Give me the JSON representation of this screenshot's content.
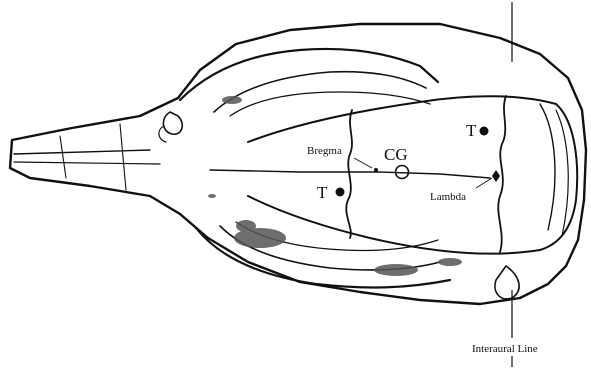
{
  "figure": {
    "labels": {
      "bregma": "Bregma",
      "cg": "CG",
      "lambda": "Lambda",
      "t_upper": "T",
      "t_lower": "T",
      "interaural_line": "Interaural Line"
    },
    "colors": {
      "ink": "#111111",
      "paper": "#ffffff",
      "stipple": "#555555"
    }
  }
}
